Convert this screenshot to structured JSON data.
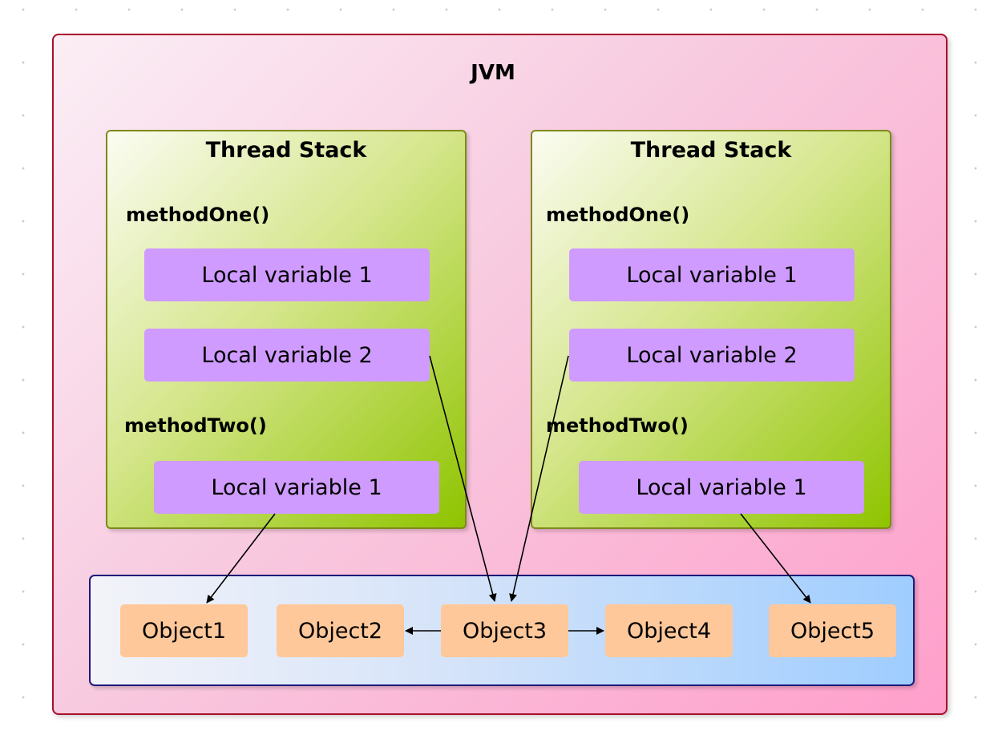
{
  "jvm": {
    "title": "JVM"
  },
  "thread_stacks": [
    {
      "title": "Thread Stack",
      "methods": [
        {
          "name": "methodOne()",
          "variables": [
            "Local variable 1",
            "Local variable 2"
          ]
        },
        {
          "name": "methodTwo()",
          "variables": [
            "Local variable 1"
          ]
        }
      ]
    },
    {
      "title": "Thread Stack",
      "methods": [
        {
          "name": "methodOne()",
          "variables": [
            "Local variable 1",
            "Local variable 2"
          ]
        },
        {
          "name": "methodTwo()",
          "variables": [
            "Local variable 1"
          ]
        }
      ]
    }
  ],
  "heap": {
    "objects": [
      "Object1",
      "Object2",
      "Object3",
      "Object4",
      "Object5"
    ]
  },
  "references": [
    {
      "from": "left.methodOne.Local variable 2",
      "to": "Object3"
    },
    {
      "from": "left.methodTwo.Local variable 1",
      "to": "Object1"
    },
    {
      "from": "right.methodOne.Local variable 2",
      "to": "Object3"
    },
    {
      "from": "right.methodTwo.Local variable 1",
      "to": "Object5"
    },
    {
      "from": "Object3",
      "to": "Object2"
    },
    {
      "from": "Object3",
      "to": "Object4"
    }
  ],
  "colors": {
    "jvm_border": "#a8102a",
    "stack_border": "#7d8a1a",
    "variable_fill": "#cf9bff",
    "heap_border": "#1b1a7a",
    "object_fill": "#ffc89a"
  }
}
